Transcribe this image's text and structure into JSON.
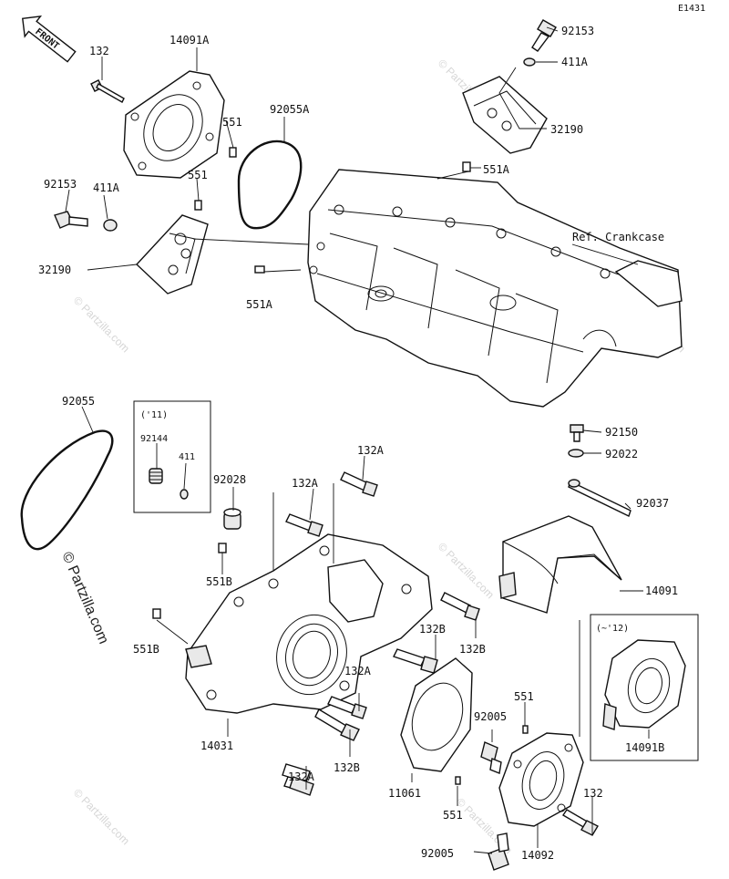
{
  "diagram_code": "E1431",
  "front_label": "FRONT",
  "ref_label": "Ref. Crankcase",
  "year_box_1": "('11)",
  "year_box_2": "(~'12)",
  "watermark_main": "© Partzilla.com",
  "watermark_faint": "© Partzilla.com",
  "parts": {
    "p132_top": "132",
    "p14091A": "14091A",
    "p92055A": "92055A",
    "p551_a": "551",
    "p551_b": "551",
    "p92153_left": "92153",
    "p411A_left": "411A",
    "p32190_left": "32190",
    "p551A_left": "551A",
    "p92153_right": "92153",
    "p411A_right": "411A",
    "p32190_right": "32190",
    "p551A_right": "551A",
    "p92055": "92055",
    "p92144": "92144",
    "p411": "411",
    "p92028": "92028",
    "p132A_a": "132A",
    "p132A_b": "132A",
    "p551B_a": "551B",
    "p551B_b": "551B",
    "p92150": "92150",
    "p92022": "92022",
    "p92037": "92037",
    "p14091": "14091",
    "p132B_a": "132B",
    "p132B_b": "132B",
    "p132A_c": "132A",
    "p14031": "14031",
    "p132A_d": "132A",
    "p132B_c": "132B",
    "p551_c": "551",
    "p92005_a": "92005",
    "p14091B": "14091B",
    "p11061": "11061",
    "p551_d": "551",
    "p132_bottom": "132",
    "p92005_b": "92005",
    "p14092": "14092"
  }
}
